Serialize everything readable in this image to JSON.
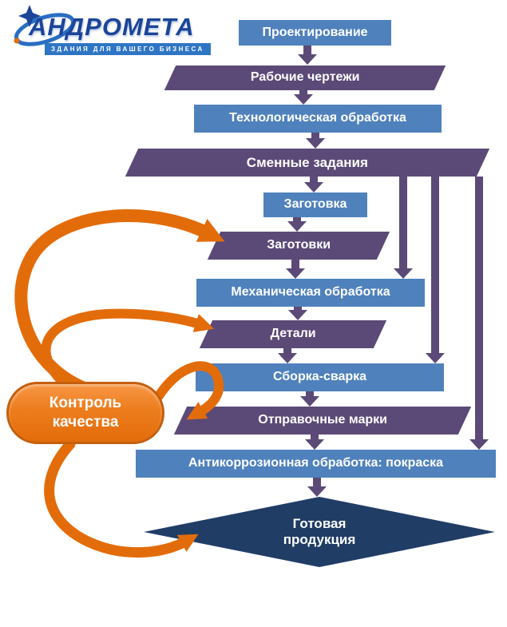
{
  "logo": {
    "brand": "АНДРОМЕТА",
    "tagline": "ЗДАНИЯ ДЛЯ ВАШЕГО БИЗНЕСА"
  },
  "nodes": {
    "design": "Проектирование",
    "drawings": "Рабочие чертежи",
    "tech": "Технологическая обработка",
    "tasks": "Сменные задания",
    "blank": "Заготовка",
    "blanks": "Заготовки",
    "mech": "Механическая обработка",
    "parts": "Детали",
    "weld": "Сборка-сварка",
    "marks": "Отправочные марки",
    "paint": "Антикоррозионная обработка: покраска",
    "final": "Готовая продукция"
  },
  "quality": {
    "label": "Контроль качества"
  },
  "colors": {
    "process-blue": "#4f81bd",
    "data-purple": "#5b4a77",
    "final-navy": "#203d66",
    "accent-orange": "#e36c0a",
    "brand-blue": "#1c4598",
    "tagline-blue": "#2e75c4"
  }
}
